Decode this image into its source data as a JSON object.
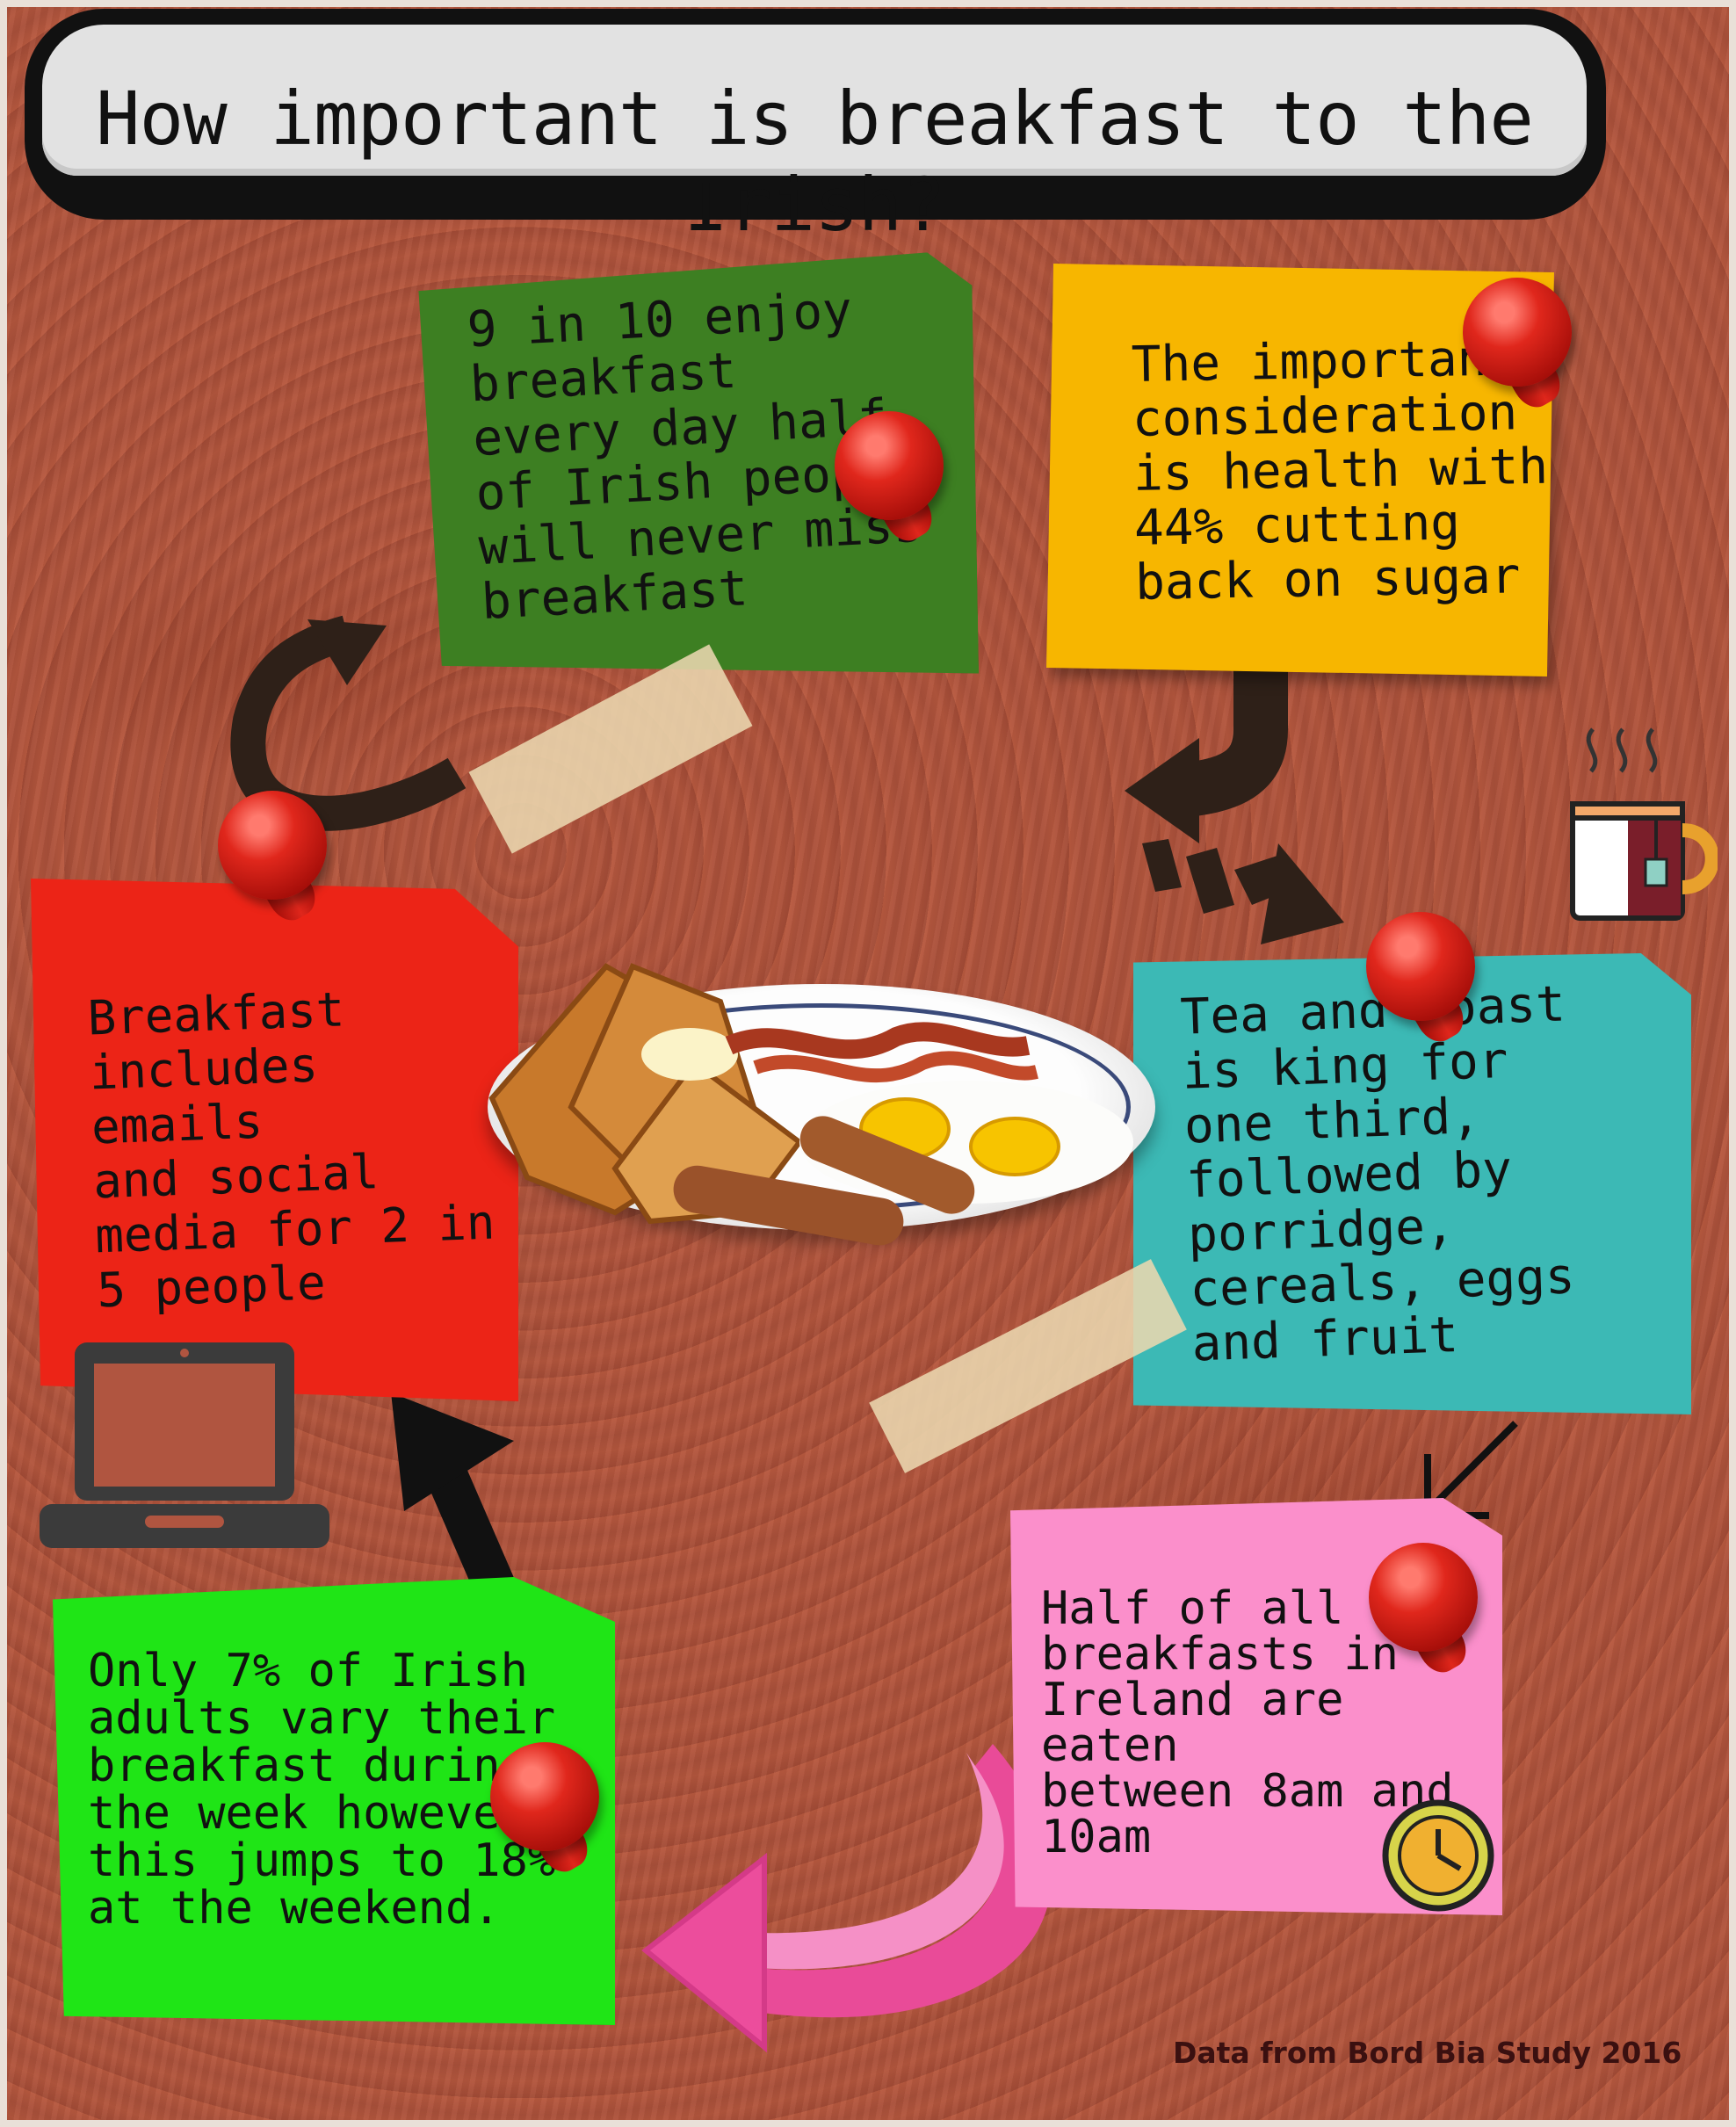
{
  "title": "How important is breakfast to the Irish?",
  "notes": {
    "green": "9 in 10 enjoy\nbreakfast\nevery day half\nof Irish people\nwill never miss\nbreakfast",
    "yellow": "The important\nconsideration\nis health with\n44% cutting\nback on sugar",
    "red": "Breakfast\nincludes emails\nand social\nmedia for 2 in\n5 people",
    "teal": "Tea and toast\nis king  for\none third,\nfollowed by\nporridge,\ncereals, eggs\nand fruit",
    "pink": "Half of all\nbreakfasts in\nIreland are eaten\nbetween 8am and\n10am",
    "lime": "Only 7% of Irish\nadults vary their\nbreakfast during\nthe week however\nthis jumps to 18%\nat the weekend."
  },
  "credit": "Data from Bord Bia Study 2016",
  "icons": {
    "laptop": "laptop-icon",
    "mug": "tea-mug-icon",
    "clock": "clock-icon",
    "pin": "push-pin-icon"
  },
  "colors": {
    "green_note": "#3d7f22",
    "yellow_note": "#f7b600",
    "red_note": "#ec2417",
    "teal_note": "#3cb9b5",
    "pink_note": "#fb8fcb",
    "lime_note": "#1fe516",
    "pink_arrow": "#f0509e"
  }
}
